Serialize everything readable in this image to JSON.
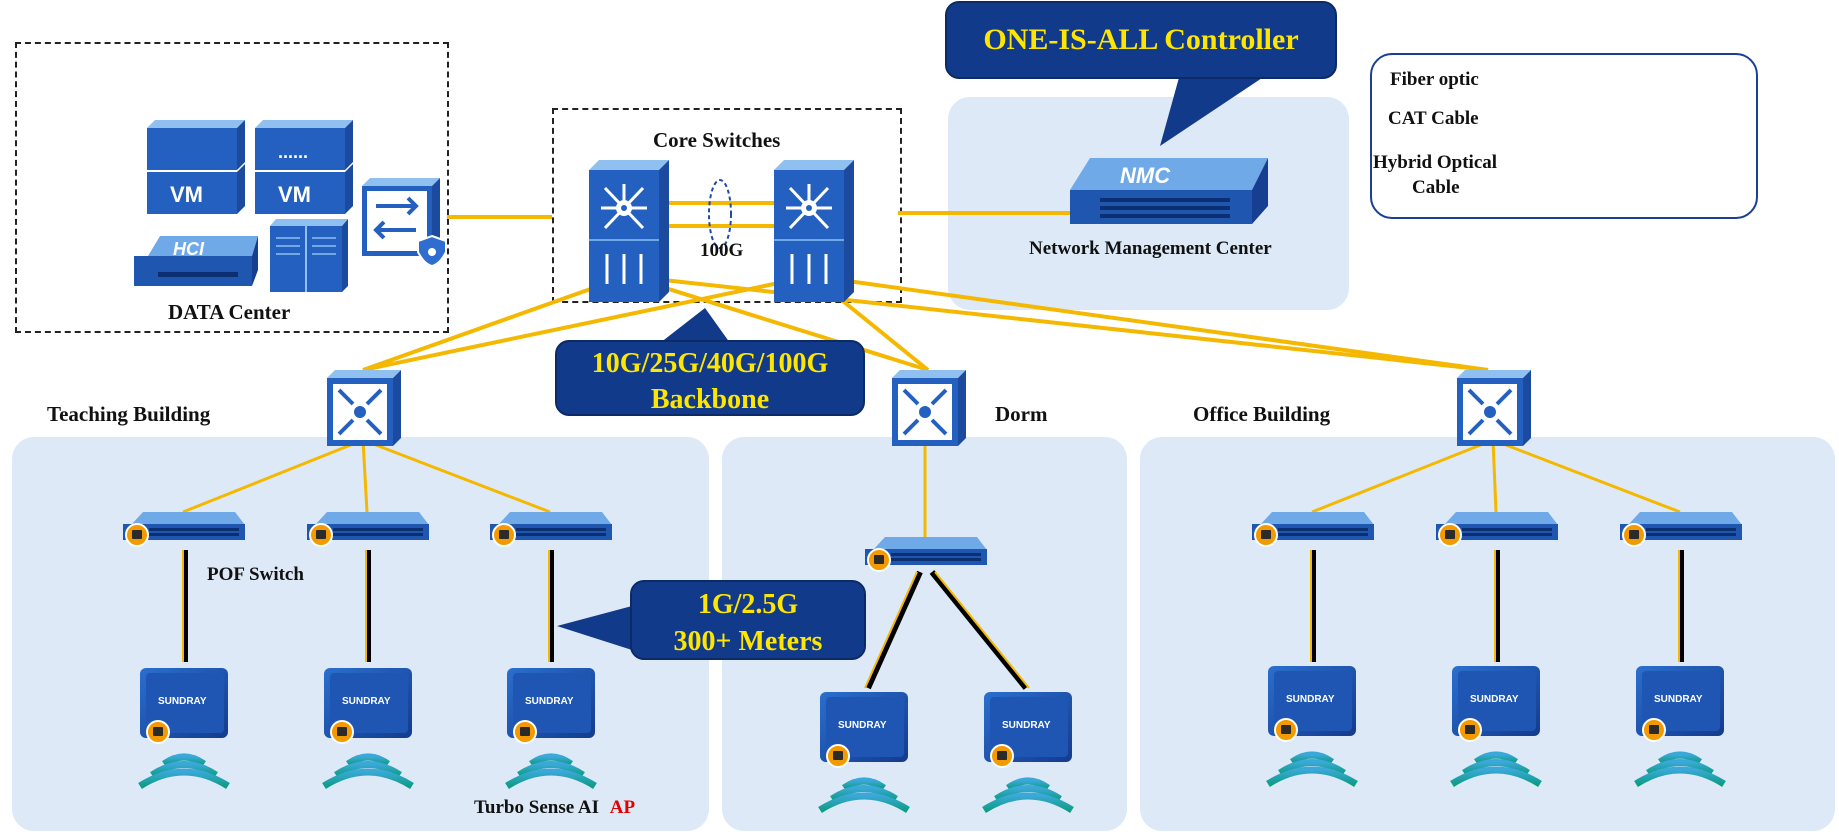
{
  "controller": {
    "title": "ONE-IS-ALL Controller"
  },
  "legend": {
    "fiber": "Fiber optic",
    "cat": "CAT Cable",
    "hybrid_line1": "Hybrid Optical",
    "hybrid_line2": "Cable",
    "colors": {
      "fiber": "#f5b800",
      "cat": "#1f4aa8",
      "hybrid_black": "#000000"
    }
  },
  "data_center": {
    "label": "DATA Center",
    "vm1": "VM",
    "vm2": "VM",
    "dots": "......",
    "hci": "HCI"
  },
  "core": {
    "label": "Core Switches",
    "link": "100G"
  },
  "nmc": {
    "badge": "NMC",
    "label": "Network Management Center"
  },
  "backbone": {
    "line1": "10G/25G/40G/100G",
    "line2": "Backbone"
  },
  "access": {
    "line1": "1G/2.5G",
    "line2": "300+ Meters"
  },
  "buildings": {
    "teaching": "Teaching Building",
    "dorm": "Dorm",
    "office": "Office Building"
  },
  "pof_switch": "POF Switch",
  "ap_brand": "SUNDRAY",
  "turbo": {
    "text": "Turbo Sense AI",
    "ap": "AP"
  },
  "colors": {
    "zone": "#dde9f6",
    "bubble": "#123a8a",
    "bubble_text": "#ffe600",
    "fiber": "#f5b800",
    "device": "#1f5bb5"
  }
}
